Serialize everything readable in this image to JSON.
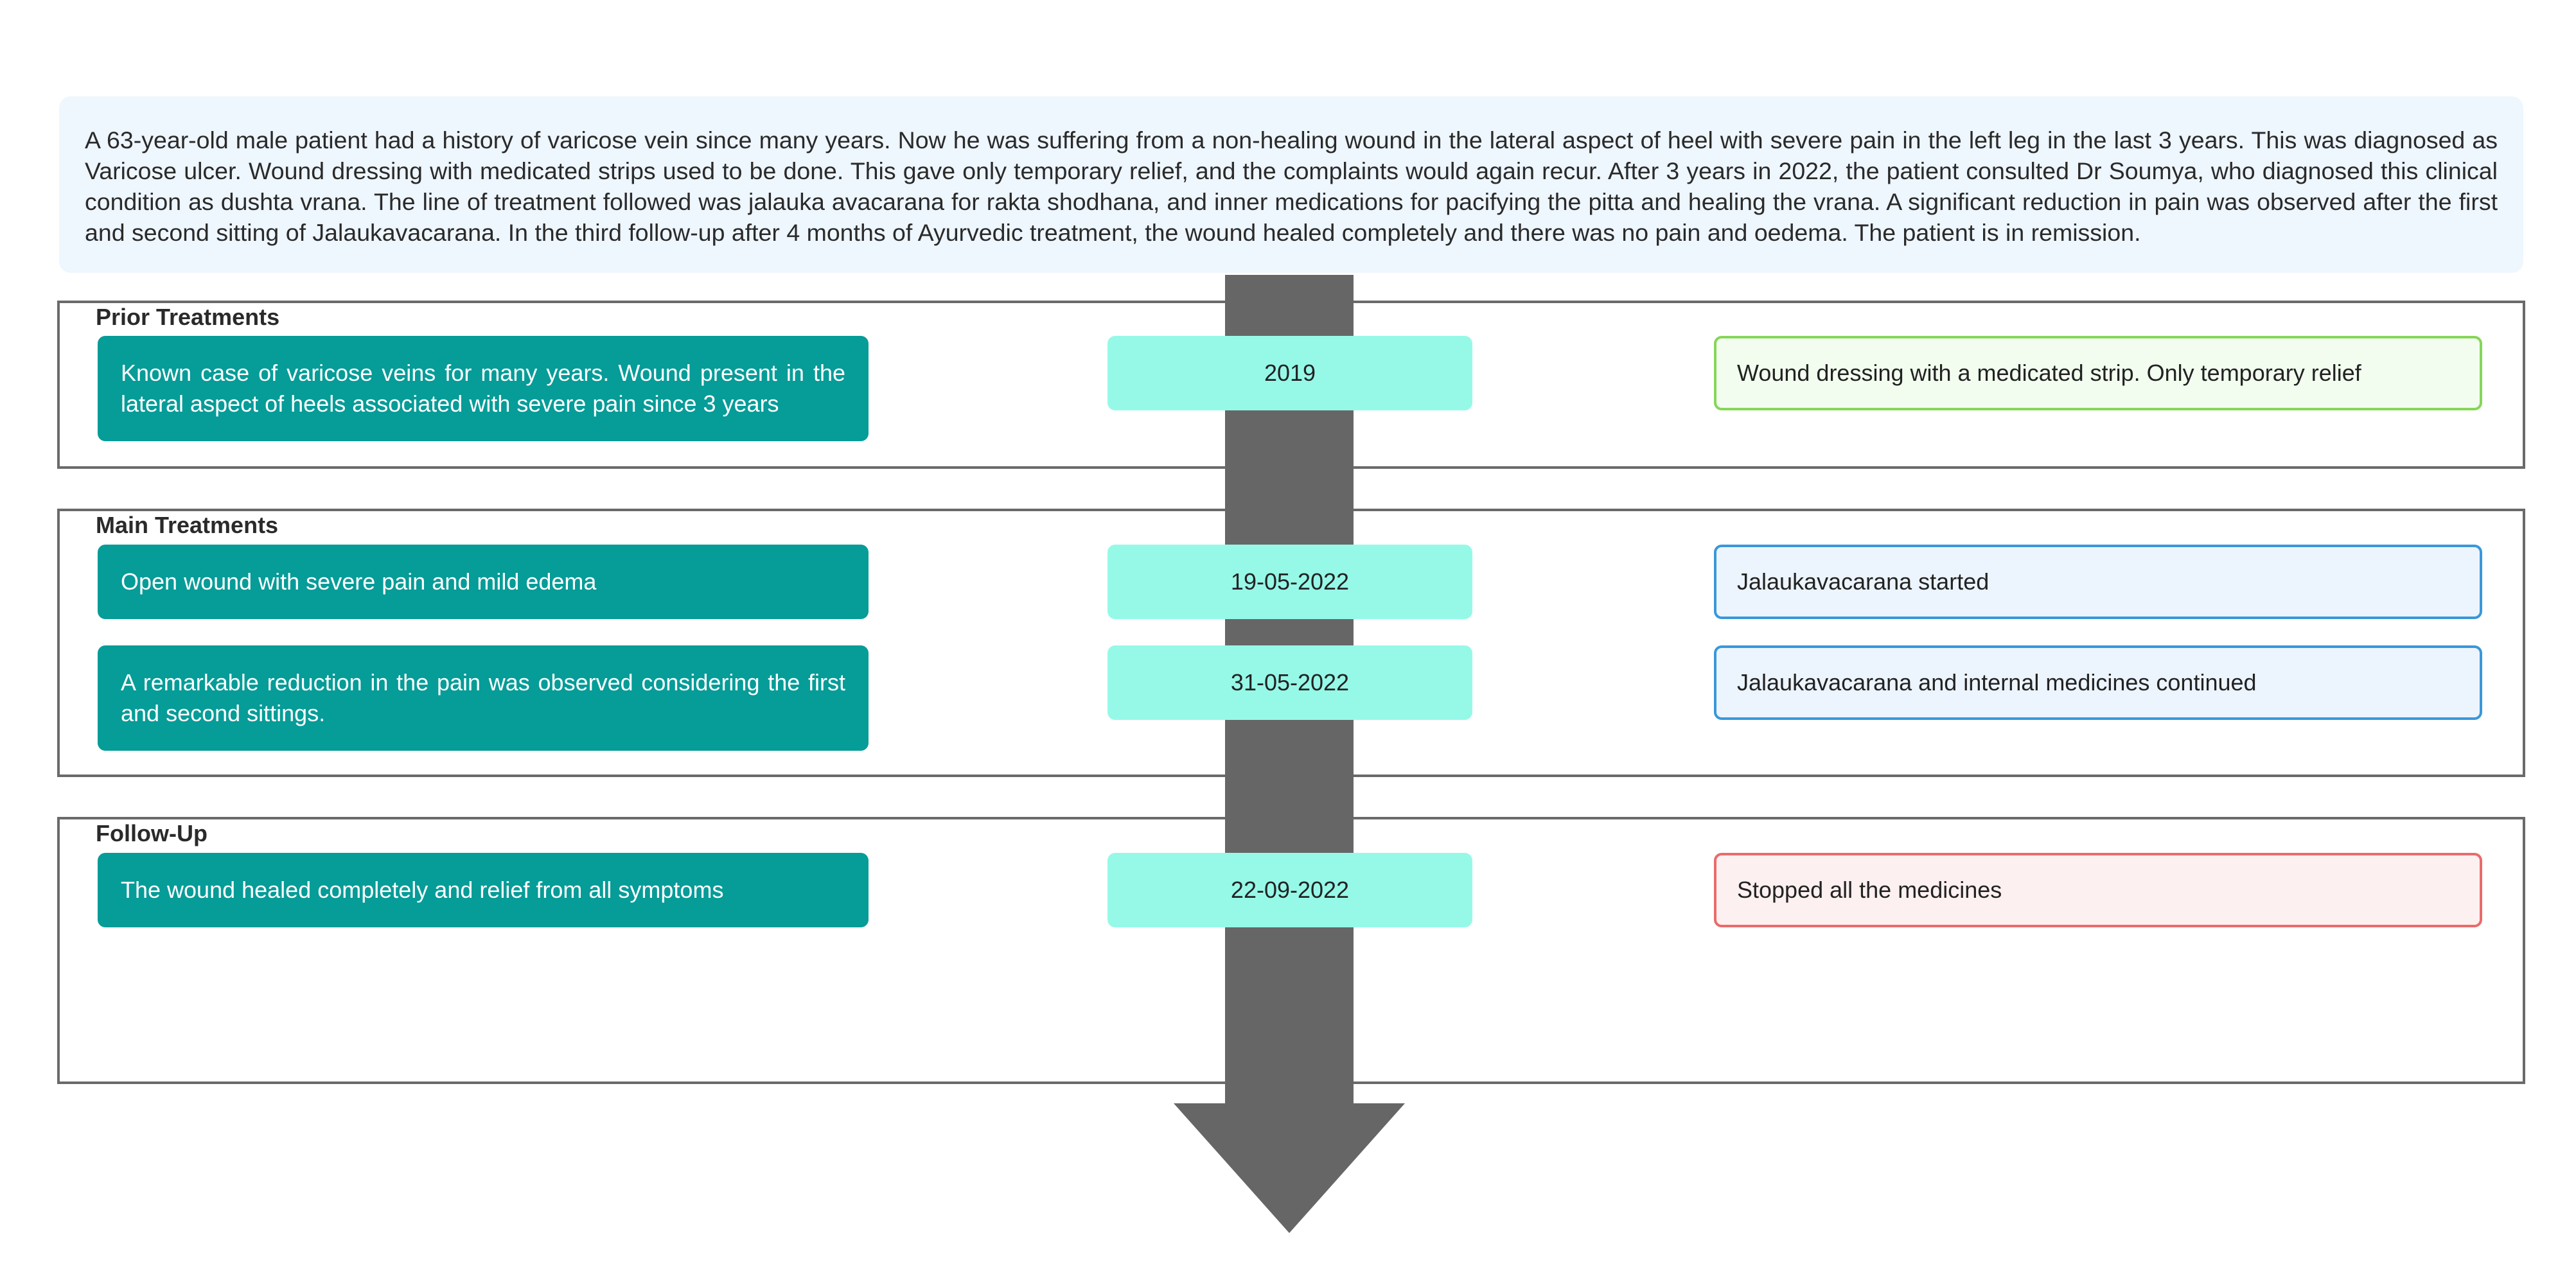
{
  "summary": "A 63-year-old male patient had a history of varicose vein since many years. Now he was suffering from a non-healing wound in the lateral aspect of heel with severe pain in the left leg in the last 3 years. This was diagnosed as Varicose ulcer. Wound dressing with medicated strips used to be done. This gave only temporary relief, and the complaints would again recur. After 3 years in 2022, the patient consulted Dr Soumya, who diagnosed this clinical condition as dushta vrana. The line of treatment followed was jalauka avacarana for rakta shodhana, and inner medications for pacifying the pitta and healing the vrana. A significant reduction in pain was observed after the first and second sitting of Jalaukavacarana. In the third follow-up after 4 months of Ayurvedic treatment, the wound healed completely and there was no pain and oedema. The patient is in remission.",
  "sections": [
    {
      "title": "Prior Treatments",
      "rows": [
        {
          "finding": "Known case of varicose veins for many years. Wound present in the lateral aspect of heels associated with severe pain since 3 years",
          "date": "2019",
          "treatment": "Wound dressing with a medicated strip. Only temporary relief"
        }
      ]
    },
    {
      "title": "Main Treatments",
      "rows": [
        {
          "finding": "Open wound with severe pain and mild edema",
          "date": "19-05-2022",
          "treatment": "Jalaukavacarana started"
        },
        {
          "finding": "A remarkable reduction in the pain was observed considering the first and second sittings.",
          "date": "31-05-2022",
          "treatment": "Jalaukavacarana and internal medicines continued"
        }
      ]
    },
    {
      "title": "Follow-Up",
      "rows": [
        {
          "finding": "The wound healed completely and relief from all symptoms",
          "date": "22-09-2022",
          "treatment": "Stopped all the medicines"
        }
      ]
    }
  ],
  "colors": {
    "finding_bg": "#069c98",
    "date_bg": "#96f9e8",
    "prior_border": "#86d65a",
    "main_border": "#3a97da",
    "followup_border": "#ea6b6b",
    "timeline_arrow": "#666666",
    "summary_bg": "#eef6fe"
  }
}
